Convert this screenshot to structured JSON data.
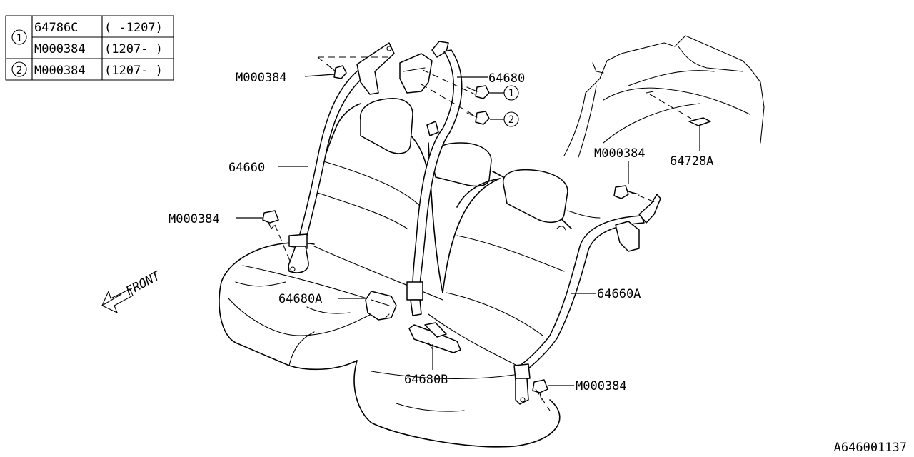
{
  "table": {
    "rows": [
      {
        "ref": "1",
        "part": "64786C",
        "range": "( -1207)"
      },
      {
        "ref": "",
        "part": "M000384",
        "range": "(1207- )"
      },
      {
        "ref": "2",
        "part": "M000384",
        "range": "(1207- )"
      }
    ]
  },
  "callouts": {
    "bolt_upper_left": "M000384",
    "retractor_center": "64680",
    "ref1": "1",
    "ref2": "2",
    "belt_left": "64660",
    "bolt_mid_left": "M000384",
    "buckle_left": "64680A",
    "front_arrow": "FRONT",
    "bolt_right_upper": "M000384",
    "cover": "64728A",
    "belt_right": "64660A",
    "buckle_center": "64680B",
    "bolt_right_lower": "M000384"
  },
  "diagram_id": "A646001137"
}
